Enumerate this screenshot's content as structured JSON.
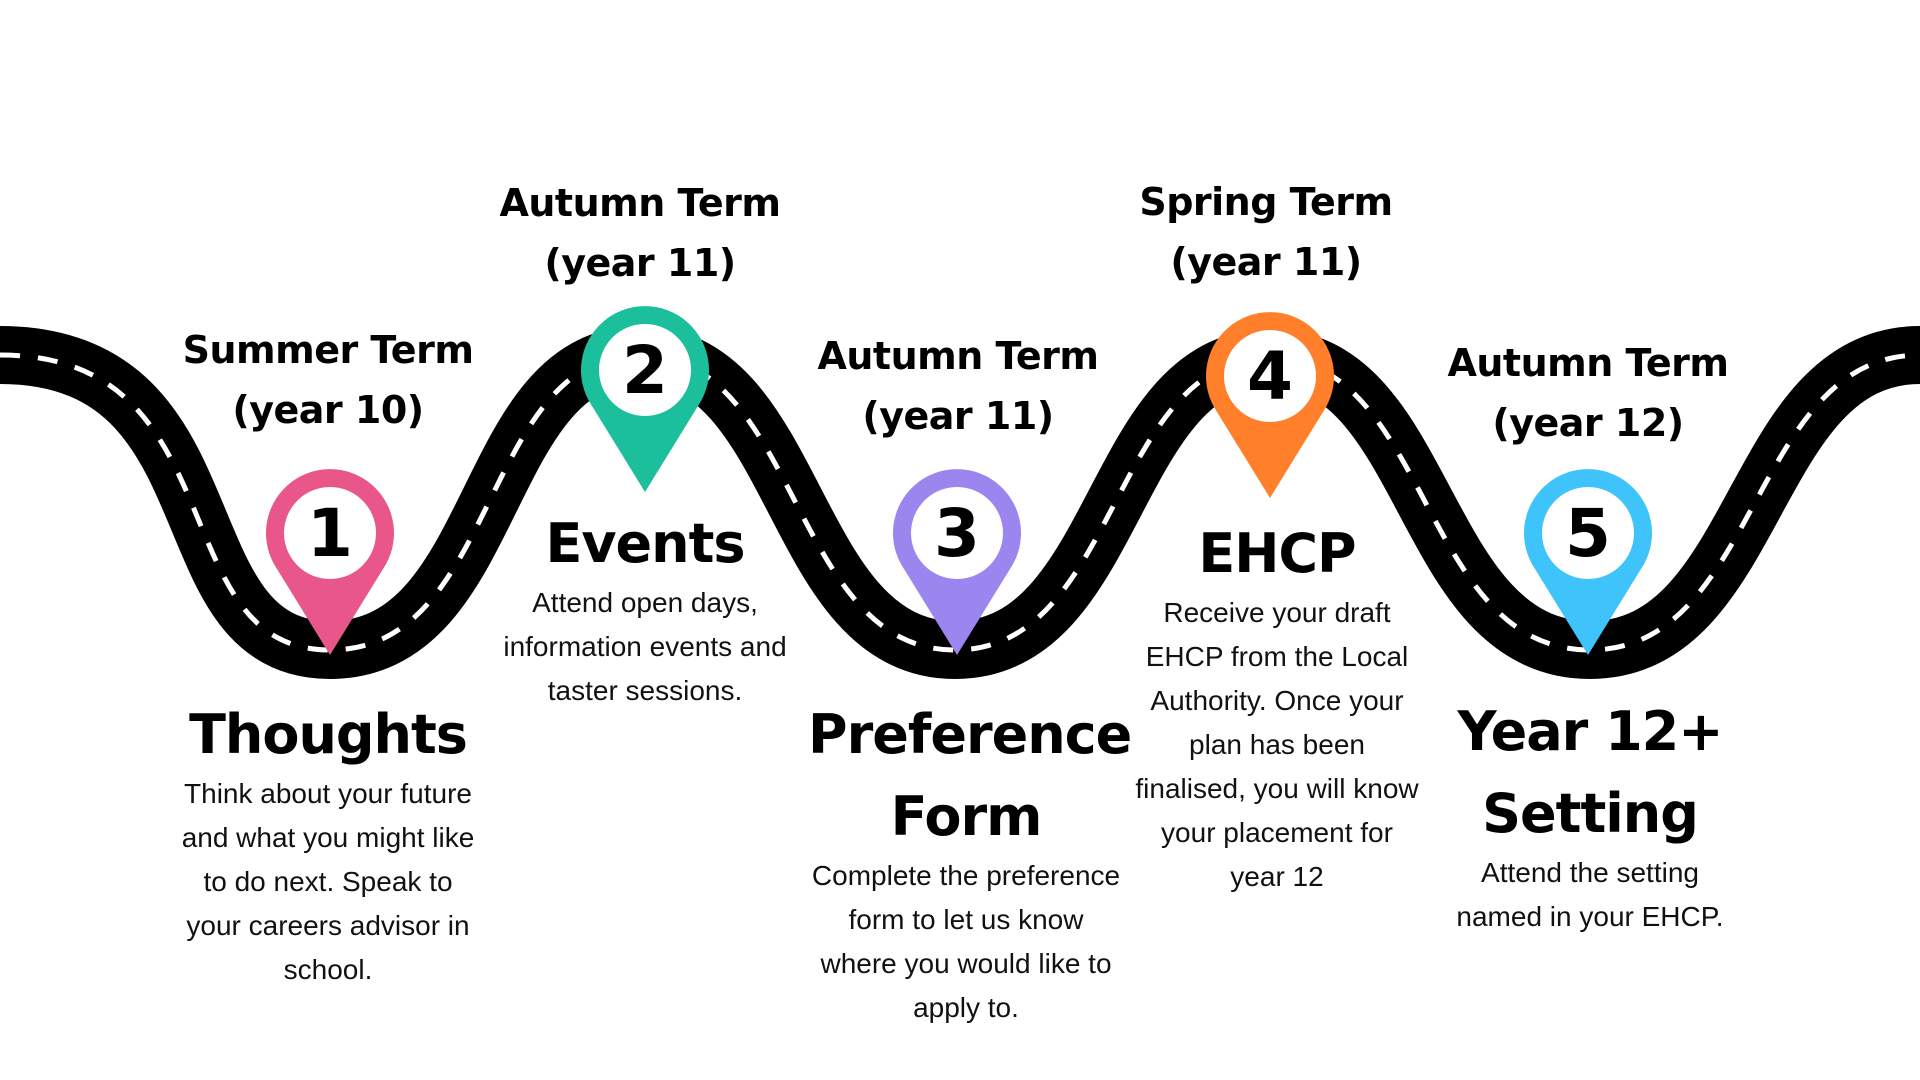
{
  "steps": [
    {
      "number": "1",
      "term": "Summer Term",
      "year": "(year 10)",
      "title": "Thoughts",
      "title_line2": "",
      "description": "Think about your future and what you might like to do next. Speak to your careers advisor in school.",
      "pin_icon": "map-pin-icon",
      "color": "#E8568A"
    },
    {
      "number": "2",
      "term": "Autumn Term",
      "year": "(year 11)",
      "title": "Events",
      "title_line2": "",
      "description": "Attend open days, information events and taster sessions.",
      "pin_icon": "map-pin-icon",
      "color": "#1BBF9C"
    },
    {
      "number": "3",
      "term": "Autumn Term",
      "year": "(year 11)",
      "title": "Preference",
      "title_line2": "Form",
      "description": "Complete the preference form to let us know where you would like to apply to.",
      "pin_icon": "map-pin-icon",
      "color": "#9A86EE"
    },
    {
      "number": "4",
      "term": "Spring Term",
      "year": "(year 11)",
      "title": "EHCP",
      "title_line2": "",
      "description": "Receive your draft EHCP from the Local Authority. Once your plan has been finalised, you will know your placement for year 12",
      "pin_icon": "map-pin-icon",
      "color": "#FF7F2A"
    },
    {
      "number": "5",
      "term": "Autumn Term",
      "year": "(year 12)",
      "title": "Year 12+",
      "title_line2": "Setting",
      "description": "Attend the setting named in your EHCP.",
      "pin_icon": "map-pin-icon",
      "color": "#3EC3FB"
    }
  ],
  "road": {
    "color": "#000000",
    "dash_color": "#ffffff"
  }
}
